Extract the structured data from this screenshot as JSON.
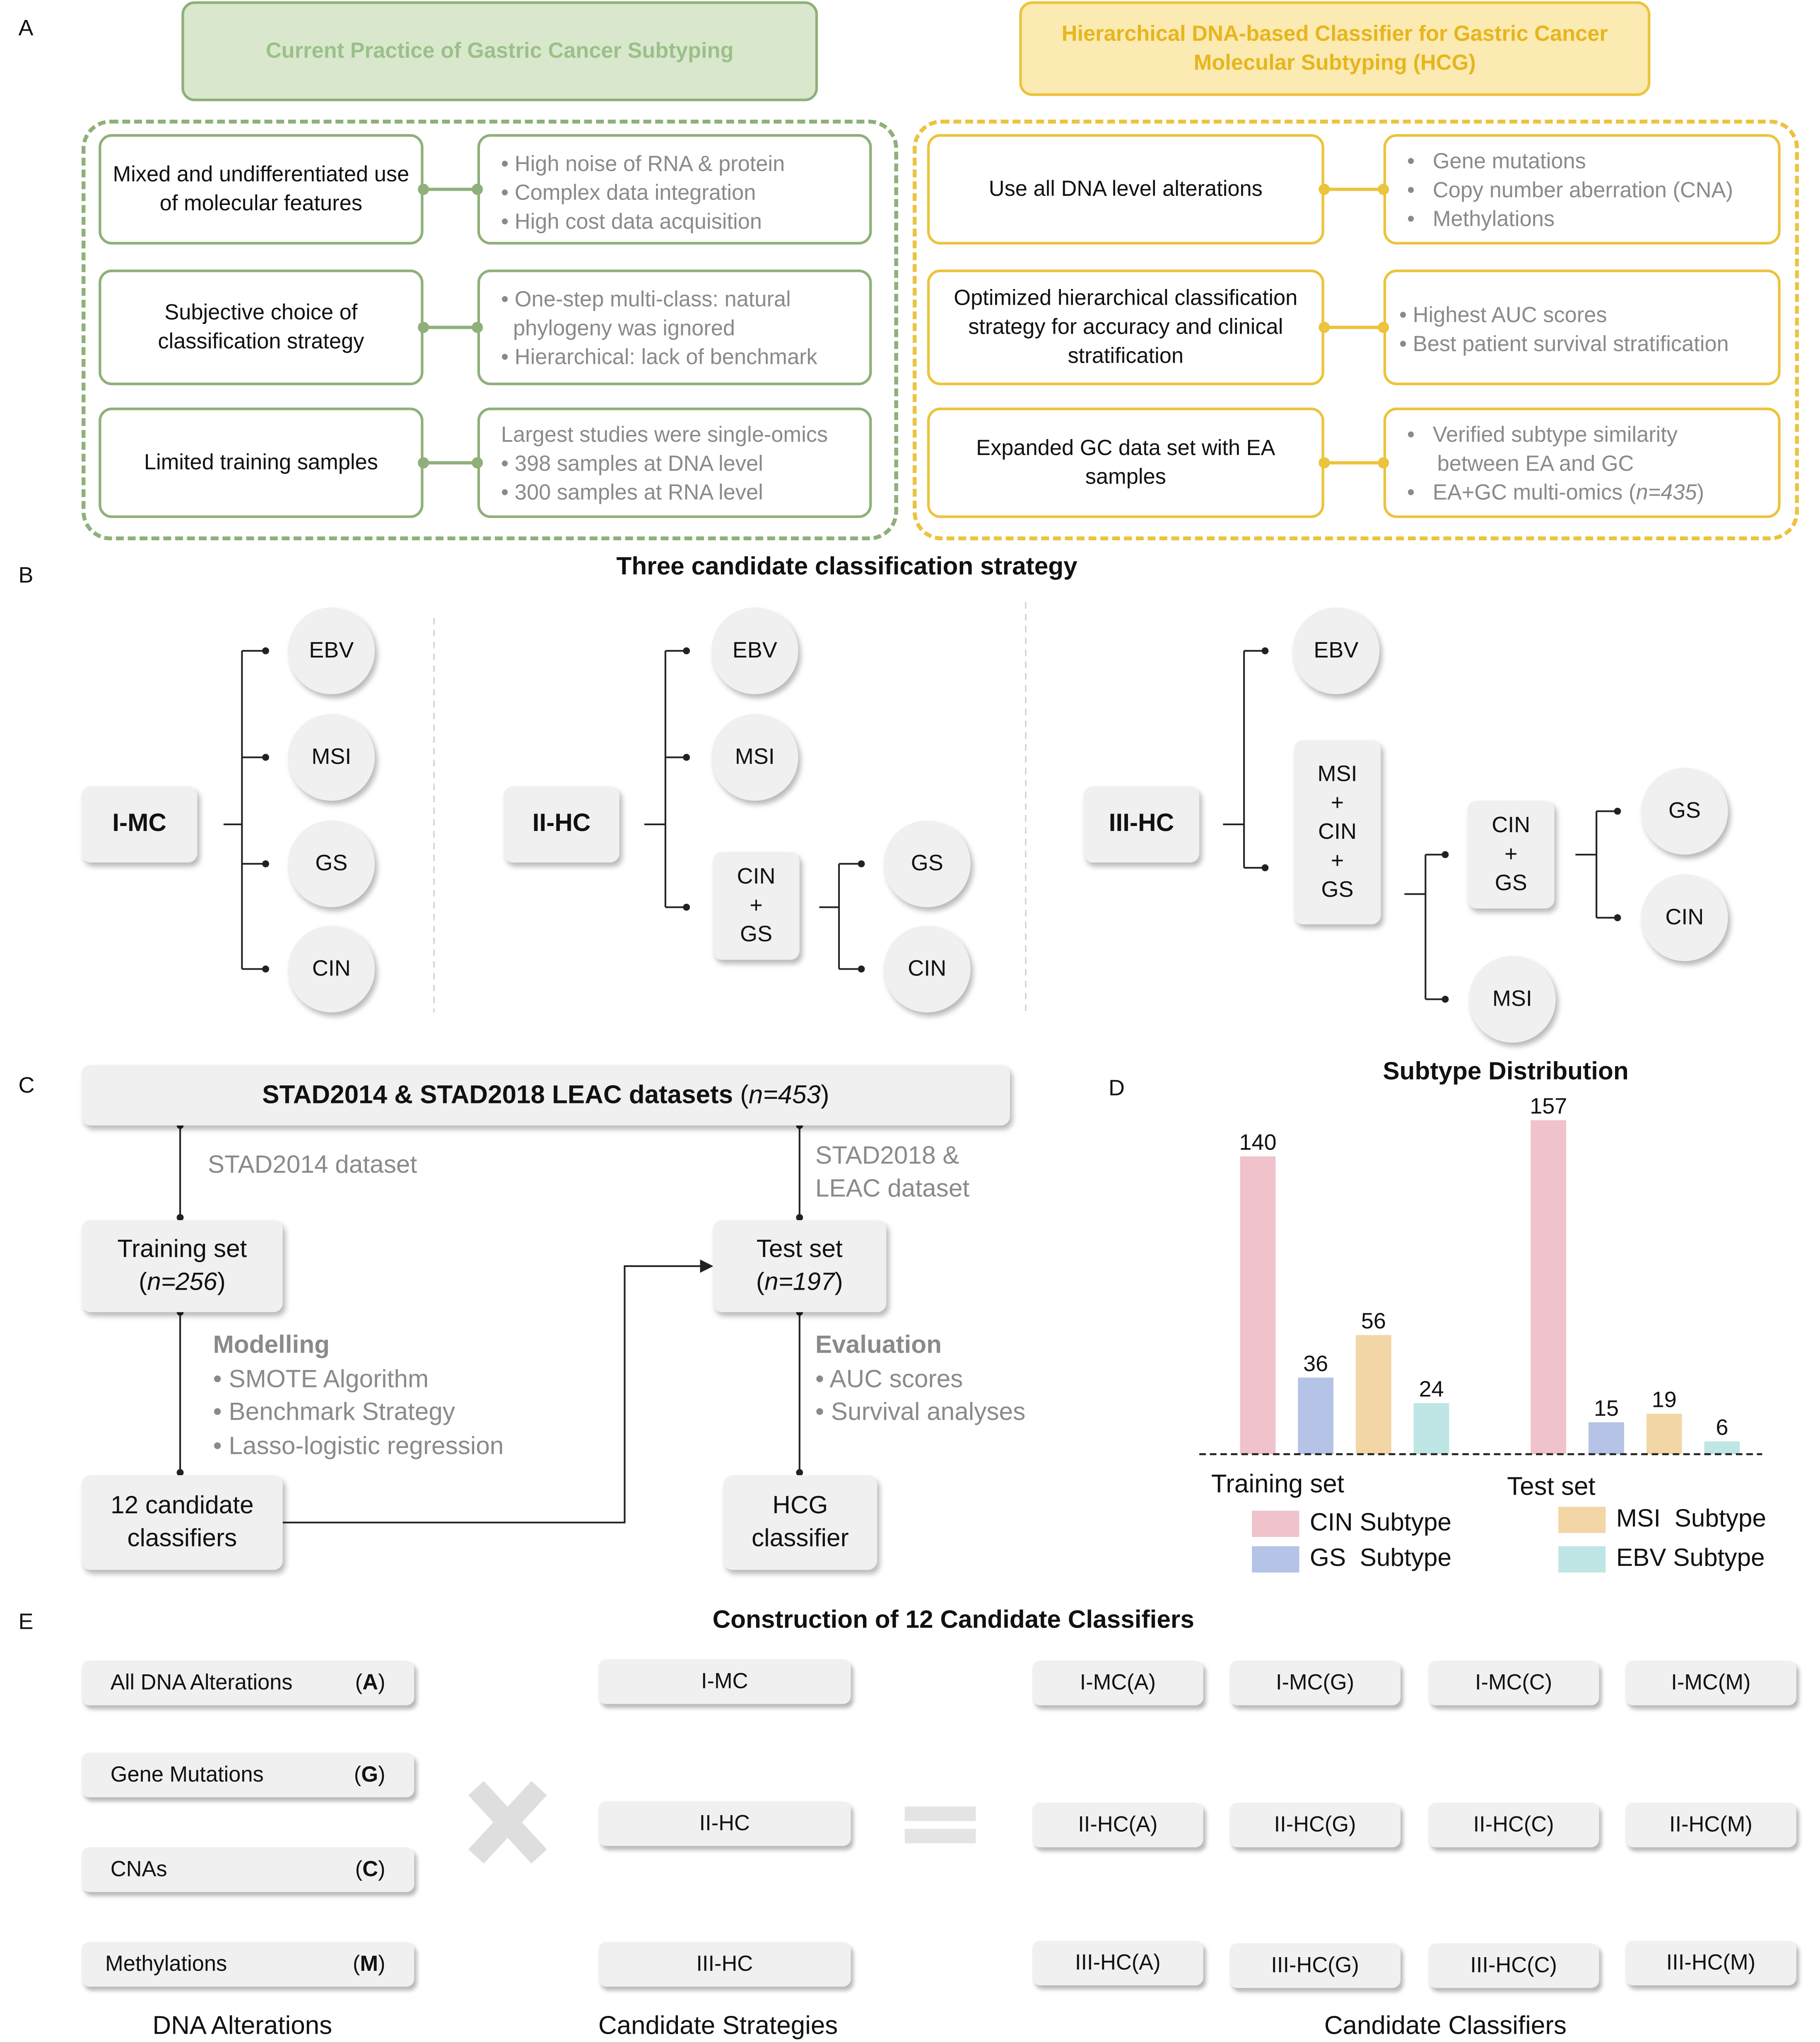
{
  "panel_labels": {
    "a": "A",
    "b": "B",
    "c": "C",
    "d": "D",
    "e": "E"
  },
  "panel_a": {
    "left_header": "Current Practice of Gastric Cancer Subtyping",
    "right_header": "Hierarchical DNA-based Classifier for Gastric Cancer Molecular Subtyping (HCG)",
    "left_rows": [
      {
        "label": "Mixed and undifferentiated use of  molecular features",
        "points": [
          "• High noise of RNA & protein",
          "• Complex data integration",
          "• High cost data acquisition"
        ]
      },
      {
        "label": "Subjective choice of classification strategy",
        "points": [
          "• One-step multi-class: natural",
          "  phylogeny was ignored",
          "• Hierarchical: lack of benchmark"
        ]
      },
      {
        "label": "Limited training samples",
        "points": [
          "Largest studies were single-omics",
          "• 398 samples at DNA level",
          "• 300 samples at RNA level"
        ]
      }
    ],
    "right_rows": [
      {
        "label": "Use all DNA level alterations",
        "points": [
          "•   Gene mutations",
          "•   Copy number aberration (CNA)",
          "•   Methylations"
        ]
      },
      {
        "label": "Optimized hierarchical classification strategy for accuracy and clinical stratification",
        "points": [
          "• Highest AUC scores",
          "• Best patient survival stratification"
        ]
      },
      {
        "label": "Expanded GC data set with EA samples",
        "points": [
          "•   Verified subtype similarity",
          "     between EA and GC",
          "•   EA+GC multi-omics (",
          "n=435",
          ")"
        ]
      }
    ]
  },
  "panel_b": {
    "title": "Three candidate classification strategy",
    "s1": {
      "root": "I-MC",
      "leaves": [
        "EBV",
        "MSI",
        "GS",
        "CIN"
      ]
    },
    "s2": {
      "root": "II-HC",
      "leaves": [
        "EBV",
        "MSI"
      ],
      "mid": "CIN\n+\nGS",
      "sub": [
        "GS",
        "CIN"
      ]
    },
    "s3": {
      "root": "III-HC",
      "top": "EBV",
      "mid": "MSI\n+\nCIN\n+\nGS",
      "mid2": "CIN\n+\nGS",
      "sub": [
        "GS",
        "CIN"
      ],
      "bottom": "MSI"
    }
  },
  "panel_c": {
    "top_a": "STAD2014 & STAD2018 LEAC datasets",
    "top_b": "n=453",
    "left_flow_label": "STAD2014 dataset",
    "right_flow_label": "STAD2018 &\nLEAC dataset",
    "training_a": "Training set",
    "training_b": "n=256",
    "test_a": "Test set",
    "test_b": "n=197",
    "modelling_title": "Modelling",
    "modelling_points": [
      "• SMOTE Algorithm",
      "• Benchmark Strategy",
      "• Lasso-logistic regression"
    ],
    "evaluation_title": "Evaluation",
    "evaluation_points": [
      "• AUC scores",
      "• Survival analyses"
    ],
    "candidates": "12 candidate\nclassifiers",
    "hcg": "HCG\nclassifier"
  },
  "chart_data": {
    "type": "bar",
    "title": "Subtype Distribution",
    "categories": [
      "Training set",
      "Test set"
    ],
    "series": [
      {
        "name": "CIN Subtype",
        "values": [
          140,
          157
        ],
        "color": "#f0c2cb"
      },
      {
        "name": "GS  Subtype",
        "values": [
          36,
          15
        ],
        "color": "#b4c3e6"
      },
      {
        "name": "MSI  Subtype",
        "values": [
          56,
          19
        ],
        "color": "#f3d6a6"
      },
      {
        "name": "EBV Subtype",
        "values": [
          24,
          6
        ],
        "color": "#bfe6e5"
      }
    ],
    "ylim": [
      0,
      160
    ],
    "legend": "bottom"
  },
  "panel_e": {
    "title": "Construction of 12 Candidate Classifiers",
    "alterations": [
      {
        "name": "All DNA Alterations",
        "code": "A"
      },
      {
        "name": "Gene Mutations",
        "code": "G"
      },
      {
        "name": "CNAs",
        "code": "C"
      },
      {
        "name": "Methylations",
        "code": "M"
      }
    ],
    "strategies": [
      "I-MC",
      "II-HC",
      "III-HC"
    ],
    "classifiers": [
      [
        "I-MC(A)",
        "I-MC(G)",
        "I-MC(C)",
        "I-MC(M)"
      ],
      [
        "II-HC(A)",
        "II-HC(G)",
        "II-HC(C)",
        "II-HC(M)"
      ],
      [
        "III-HC(A)",
        "III-HC(G)",
        "III-HC(C)",
        "III-HC(M)"
      ]
    ],
    "col_alterations": "DNA Alterations",
    "col_strategies": "Candidate Strategies",
    "col_classifiers": "Candidate Classifiers"
  },
  "colors": {
    "green": "#8fb07a",
    "green_fill": "#d9e8cc",
    "yellow": "#ecc33d",
    "yellow_fill": "#fbeab1",
    "grey_box": "#f0f0f0"
  }
}
